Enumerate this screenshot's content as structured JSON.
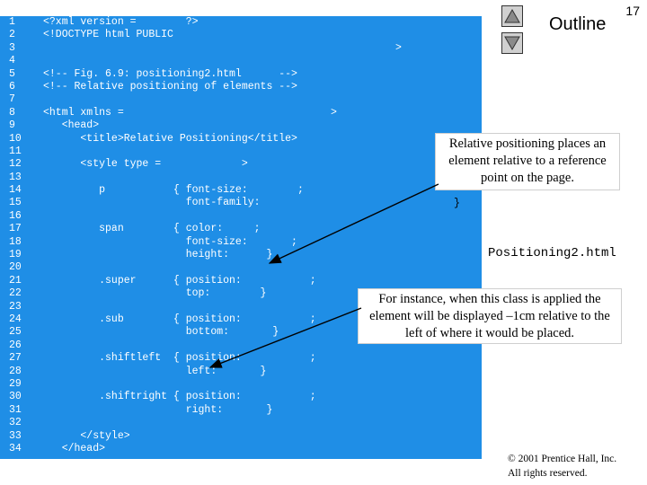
{
  "page_number": "17",
  "outline": {
    "title": "Outline",
    "up_icon": "triangle-up-icon",
    "down_icon": "triangle-down-icon"
  },
  "line_numbers": [
    "1",
    "2",
    "3",
    "4",
    "5",
    "6",
    "7",
    "8",
    "9",
    "10",
    "11",
    "12",
    "13",
    "14",
    "15",
    "16",
    "17",
    "18",
    "19",
    "20",
    "21",
    "22",
    "23",
    "24",
    "25",
    "26",
    "27",
    "28",
    "29",
    "30",
    "31",
    "32",
    "33",
    "34"
  ],
  "code_lines": [
    "<?xml version =        ?>",
    "<!DOCTYPE html PUBLIC",
    "",
    "",
    "<!-- Fig. 6.9: positioning2.html      -->",
    "<!-- Relative positioning of elements -->",
    "",
    "<html xmlns =",
    "   <head>",
    "      <title>Relative Positioning</title>",
    "",
    "      <style type =             >",
    "",
    "         p           { font-size:        ;",
    "                       font-family:",
    "",
    "         span        { color:     ;",
    "                       font-size:       ;",
    "                       height:      }",
    "",
    "         .super      { position:           ;",
    "                       top:        }",
    "",
    "         .sub        { position:           ;",
    "                       bottom:       }",
    "",
    "         .shiftleft  { position:           ;",
    "                       left:       }",
    "",
    "         .shiftright { position:           ;",
    "                       right:       }",
    "",
    "      </style>",
    "   </head>"
  ],
  "stray_marks": {
    "line3_gt": ">",
    "line8_gt": ">",
    "line15_brace": "}"
  },
  "callouts": [
    "Relative positioning places an element relative to a reference point on the page.",
    "For instance, when this class is applied the element will be displayed –1cm relative to the left of where it would be placed."
  ],
  "file_label": "Positioning2.html",
  "copyright": {
    "line1": "© 2001 Prentice Hall, Inc.",
    "line2": "All rights reserved."
  },
  "colors": {
    "code_background": "#1f8ee6",
    "code_text": "#ffffff"
  }
}
